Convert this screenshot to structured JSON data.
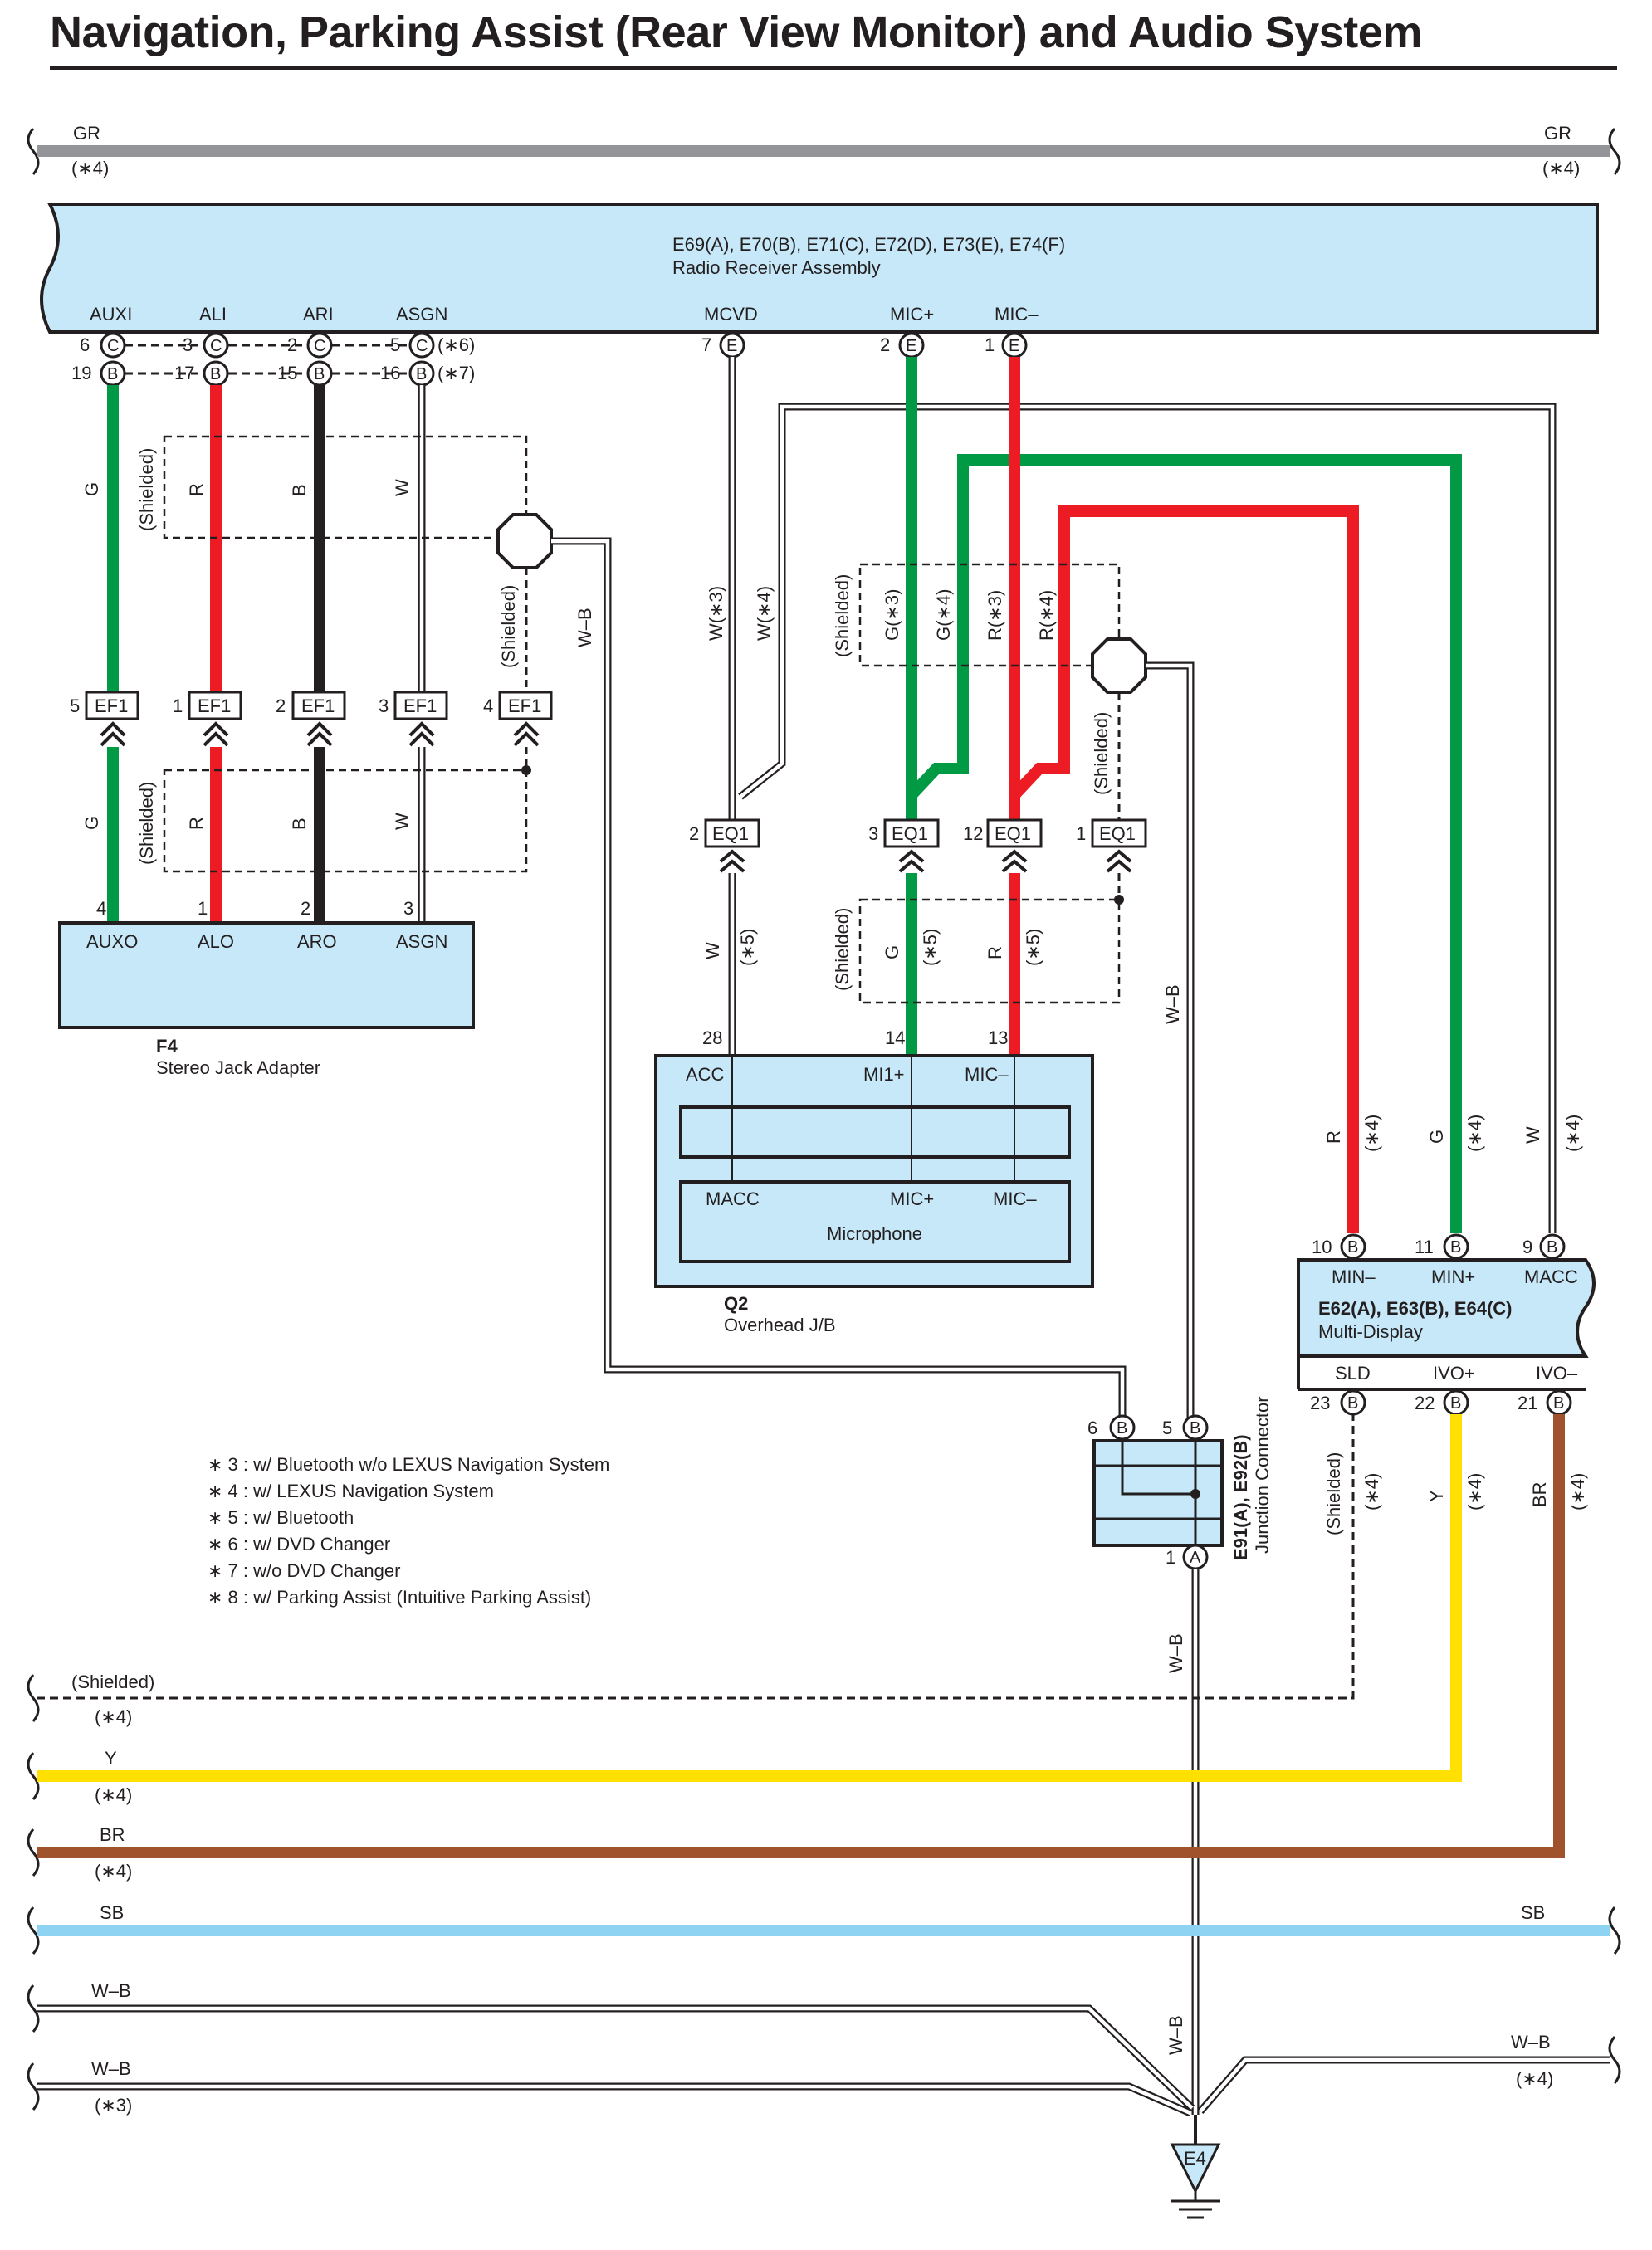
{
  "title": "Navigation, Parking Assist (Rear View Monitor) and Audio System",
  "colors": {
    "G": "#009a44",
    "R": "#ed1c24",
    "B": "#231f20",
    "W": "#ffffff",
    "GR": "#939598",
    "Y": "#ffe000",
    "BR": "#a0522d",
    "SB": "#8fd3f2",
    "box_fill": "#c6e8f8"
  },
  "top_bus": {
    "color": "GR",
    "note": "(∗4)"
  },
  "radio_receiver": {
    "code": "E69(A), E70(B), E71(C), E72(D), E73(E), E74(F)",
    "name": "Radio Receiver Assembly",
    "pins": [
      {
        "label": "AUXI",
        "c_pin": "6",
        "c_conn": "C",
        "b_pin": "19",
        "b_conn": "B"
      },
      {
        "label": "ALI",
        "c_pin": "3",
        "c_conn": "C",
        "b_pin": "17",
        "b_conn": "B"
      },
      {
        "label": "ARI",
        "c_pin": "2",
        "c_conn": "C",
        "b_pin": "15",
        "b_conn": "B"
      },
      {
        "label": "ASGN",
        "c_pin": "5",
        "c_conn": "C",
        "b_pin": "16",
        "b_conn": "B"
      }
    ],
    "variant_c": "(∗6)",
    "variant_b": "(∗7)",
    "right_pins": [
      {
        "label": "MCVD",
        "pin": "7",
        "conn": "E"
      },
      {
        "label": "MIC+",
        "pin": "2",
        "conn": "E"
      },
      {
        "label": "MIC–",
        "pin": "1",
        "conn": "E"
      }
    ]
  },
  "shielded": "(Shielded)",
  "wire_labels": {
    "g": "G",
    "r": "R",
    "b": "B",
    "w": "W",
    "wb": "W–B",
    "y": "Y",
    "br": "BR",
    "sb": "SB"
  },
  "ef1": [
    {
      "pin": "5",
      "name": "EF1"
    },
    {
      "pin": "1",
      "name": "EF1"
    },
    {
      "pin": "2",
      "name": "EF1"
    },
    {
      "pin": "3",
      "name": "EF1"
    },
    {
      "pin": "4",
      "name": "EF1"
    }
  ],
  "stereo_jack": {
    "code": "F4",
    "name": "Stereo Jack Adapter",
    "pins": [
      {
        "num": "4",
        "label": "AUXO"
      },
      {
        "num": "1",
        "label": "ALO"
      },
      {
        "num": "2",
        "label": "ARO"
      },
      {
        "num": "3",
        "label": "ASGN"
      }
    ]
  },
  "mid_labels": {
    "w3": "W(∗3)",
    "w4": "W(∗4)",
    "g3": "G(∗3)",
    "g4": "G(∗4)",
    "r3": "R(∗3)",
    "r4": "R(∗4)",
    "n5": "(∗5)",
    "n4": "(∗4)"
  },
  "eq1": [
    {
      "pin": "2",
      "name": "EQ1"
    },
    {
      "pin": "3",
      "name": "EQ1"
    },
    {
      "pin": "12",
      "name": "EQ1"
    },
    {
      "pin": "1",
      "name": "EQ1"
    }
  ],
  "overhead": {
    "code": "Q2",
    "name": "Overhead J/B",
    "pin_nums": [
      "28",
      "14",
      "13"
    ],
    "top_labels": [
      "ACC",
      "MI1+",
      "MIC–"
    ],
    "inner_labels": [
      "MACC",
      "MIC+",
      "MIC–"
    ],
    "inner_name": "Microphone"
  },
  "multi_display": {
    "code": "E62(A), E63(B), E64(C)",
    "name": "Multi-Display",
    "top_pins": [
      {
        "num": "10",
        "conn": "B",
        "label": "MIN–"
      },
      {
        "num": "11",
        "conn": "B",
        "label": "MIN+"
      },
      {
        "num": "9",
        "conn": "B",
        "label": "MACC"
      }
    ],
    "bottom_pins": [
      {
        "num": "23",
        "conn": "B",
        "label": "SLD"
      },
      {
        "num": "22",
        "conn": "B",
        "label": "IVO+"
      },
      {
        "num": "21",
        "conn": "B",
        "label": "IVO–"
      }
    ]
  },
  "junction": {
    "code": "E91(A), E92(B)",
    "name": "Junction Connector",
    "pins": [
      {
        "num": "6",
        "conn": "B"
      },
      {
        "num": "5",
        "conn": "B"
      },
      {
        "num": "1",
        "conn": "A"
      }
    ]
  },
  "notes": [
    "∗ 3 : w/ Bluetooth w/o LEXUS Navigation System",
    "∗ 4 : w/ LEXUS Navigation System",
    "∗ 5 : w/ Bluetooth",
    "∗ 6 : w/ DVD Changer",
    "∗ 7 : w/o DVD Changer",
    "∗ 8 : w/ Parking Assist (Intuitive Parking Assist)"
  ],
  "bottom_buses": [
    {
      "label": "(Shielded)",
      "note": "(∗4)"
    },
    {
      "label": "Y",
      "note": "(∗4)"
    },
    {
      "label": "BR",
      "note": "(∗4)"
    },
    {
      "label": "SB",
      "right_label": "SB"
    },
    {
      "label": "W–B"
    },
    {
      "label": "W–B",
      "note": "(∗3)"
    },
    {
      "right_label": "W–B",
      "right_note": "(∗4)"
    }
  ],
  "ground": "E4"
}
